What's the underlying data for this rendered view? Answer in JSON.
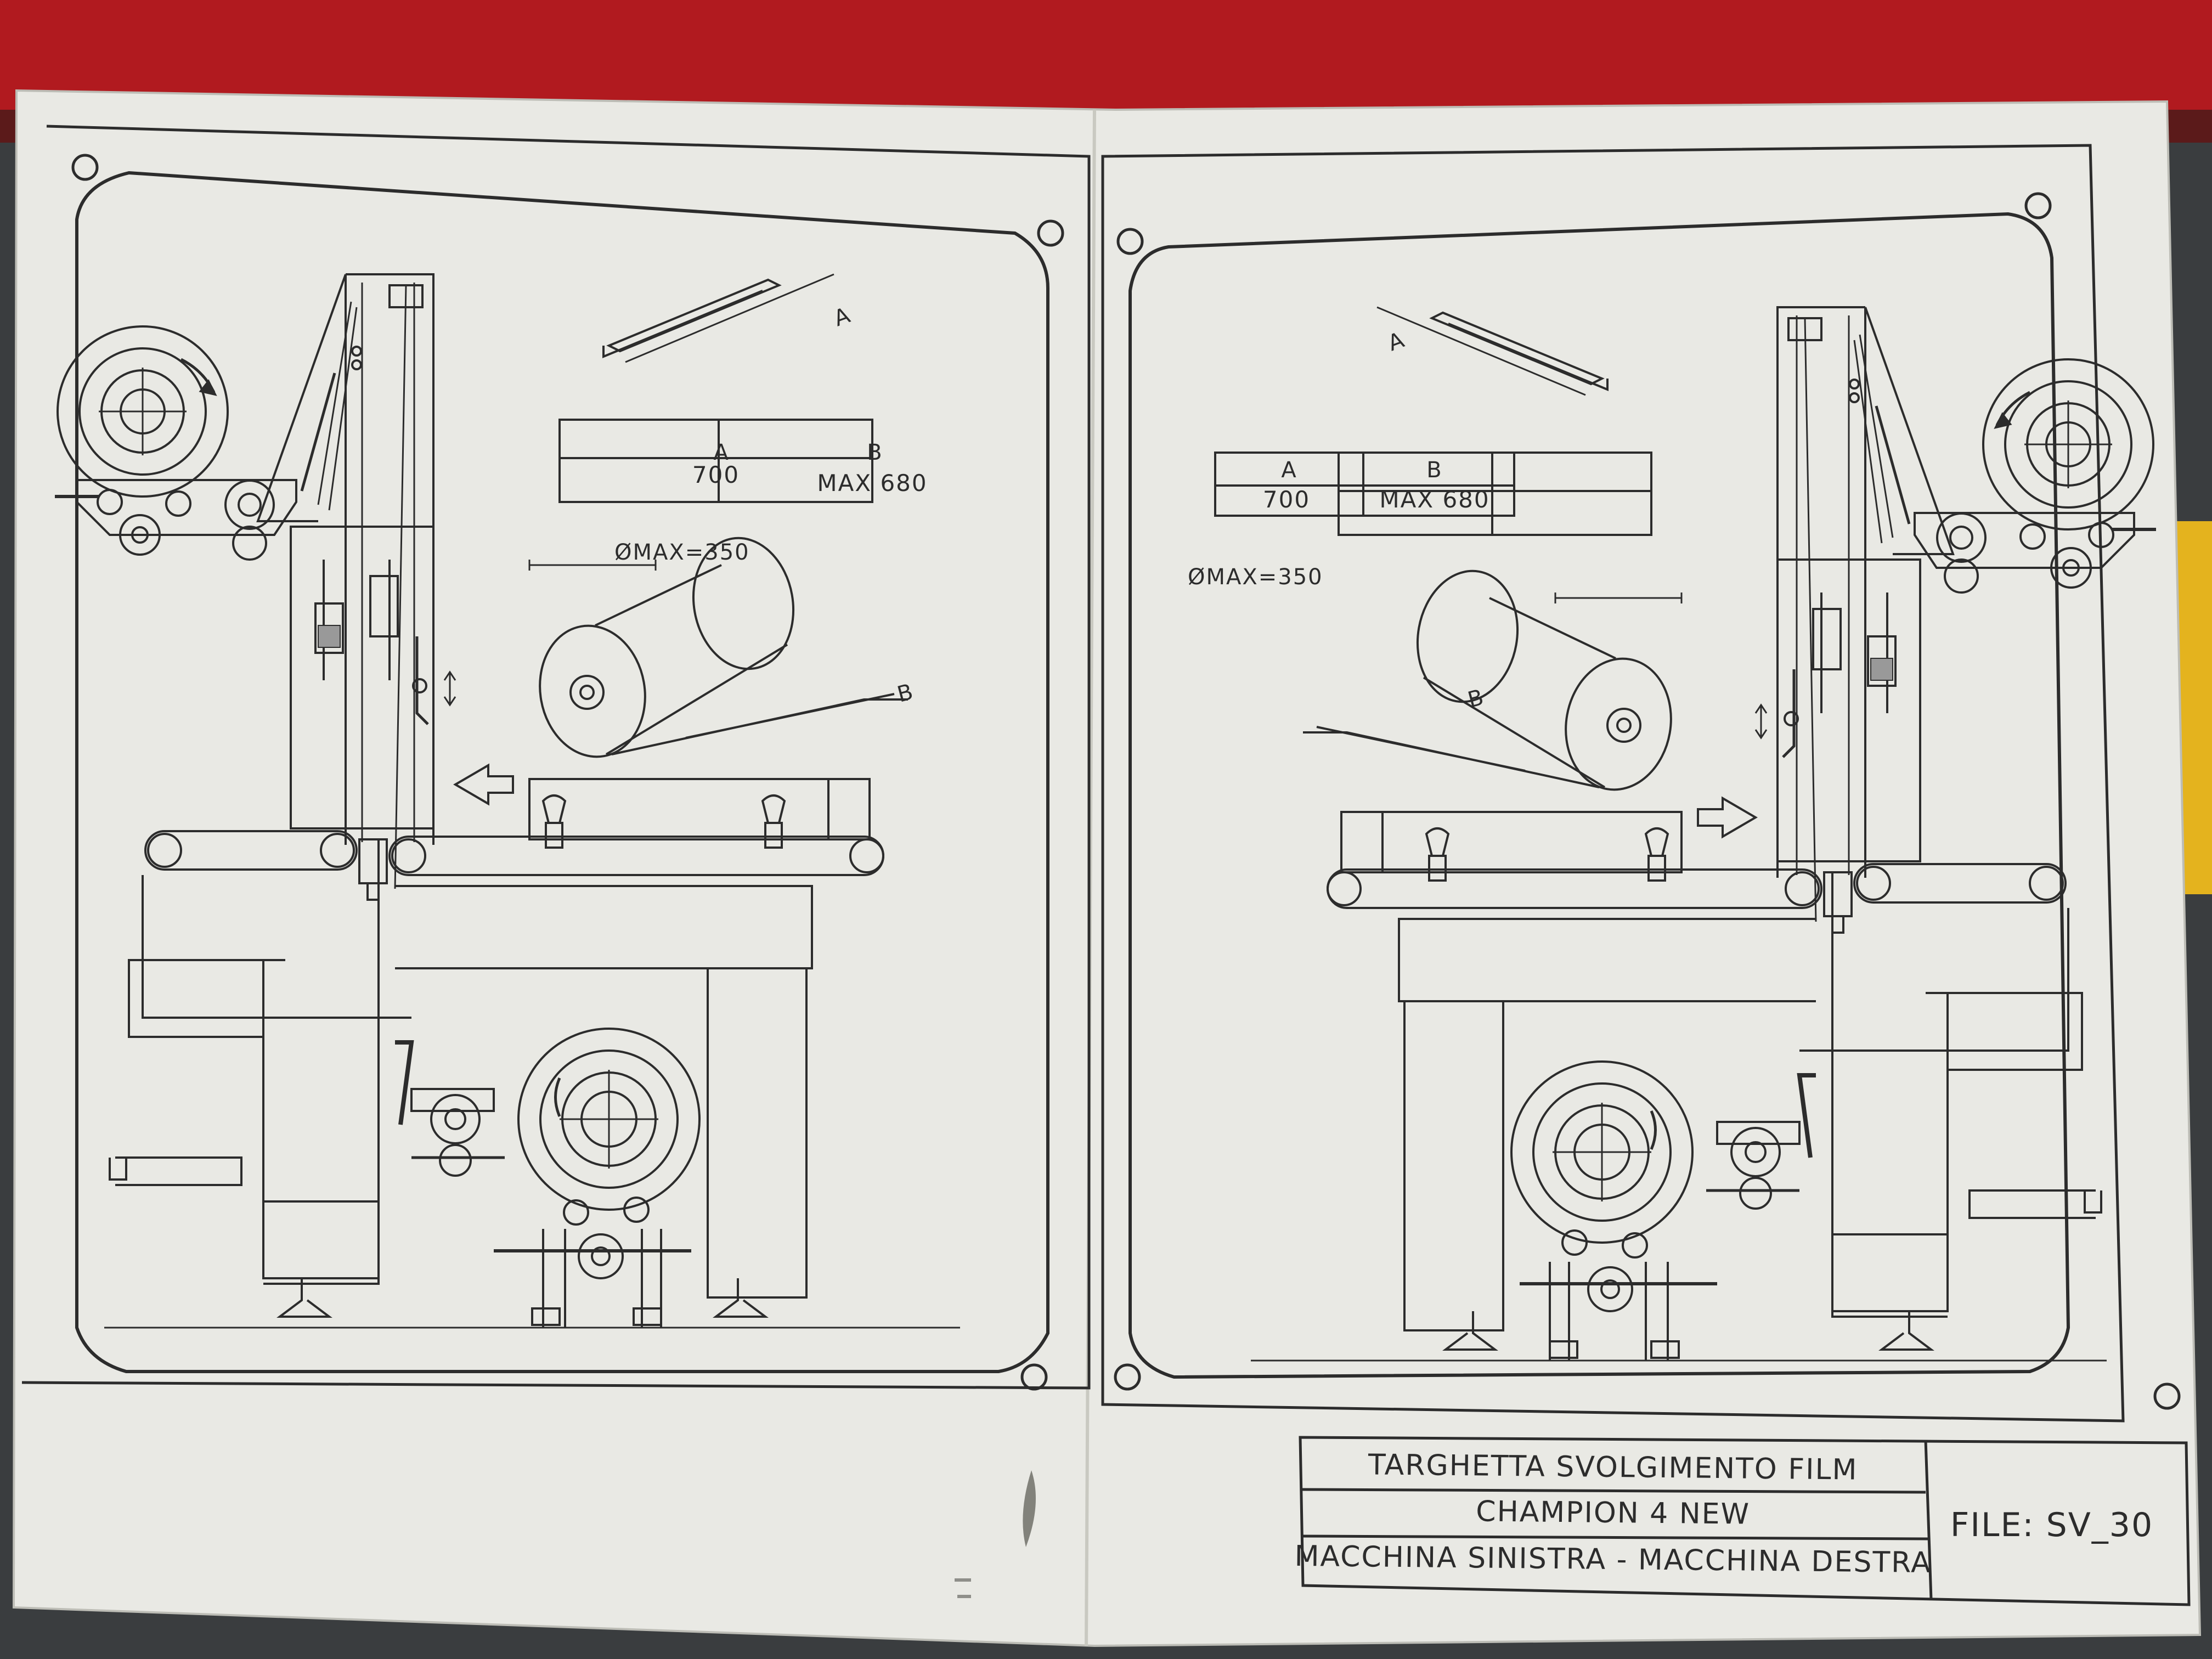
{
  "left_panel": {
    "table": {
      "headers": [
        "A",
        "B"
      ],
      "values": [
        "700",
        "MAX 680"
      ]
    },
    "profile_label": "A",
    "roll_diameter_label": "ØMAX=350",
    "film_label": "B"
  },
  "right_panel": {
    "table": {
      "headers": [
        "A",
        "B"
      ],
      "values": [
        "700",
        "MAX 680"
      ]
    },
    "profile_label": "A",
    "roll_diameter_label": "ØMAX=350",
    "film_label": "B"
  },
  "title_block": {
    "line1": "TARGHETTA SVOLGIMENTO FILM",
    "line2": "CHAMPION 4 NEW",
    "line3": "MACCHINA SINISTRA - MACCHINA DESTRA",
    "file": "FILE: SV_30"
  },
  "colors": {
    "red_cabinet": "#b11a1f",
    "paper": "#e9e9e4",
    "ink": "#2c2c2c",
    "yellow_edge": "#e4b31e"
  }
}
